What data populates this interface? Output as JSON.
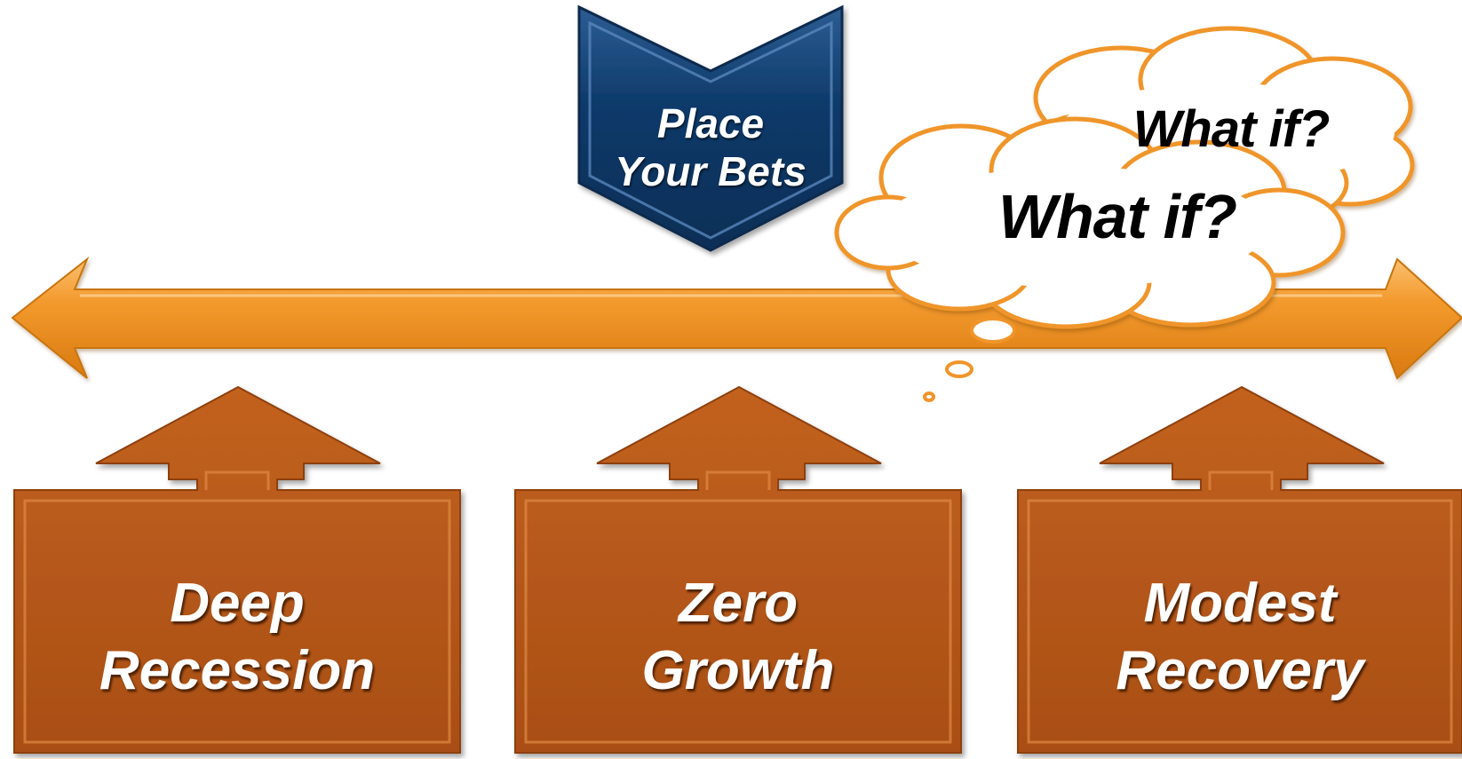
{
  "center_badge": {
    "line1": "Place",
    "line2": "Your Bets"
  },
  "thought_clouds": {
    "back": "What if?",
    "front": "What if?"
  },
  "scenarios": [
    {
      "line1": "Deep",
      "line2": "Recession"
    },
    {
      "line1": "Zero",
      "line2": "Growth"
    },
    {
      "line1": "Modest",
      "line2": "Recovery"
    }
  ],
  "colors": {
    "timeline_orange": "#F39A2E",
    "box_brown": "#B5561A",
    "badge_navy": "#0E3A6A",
    "cloud_outline": "#F0952A"
  }
}
